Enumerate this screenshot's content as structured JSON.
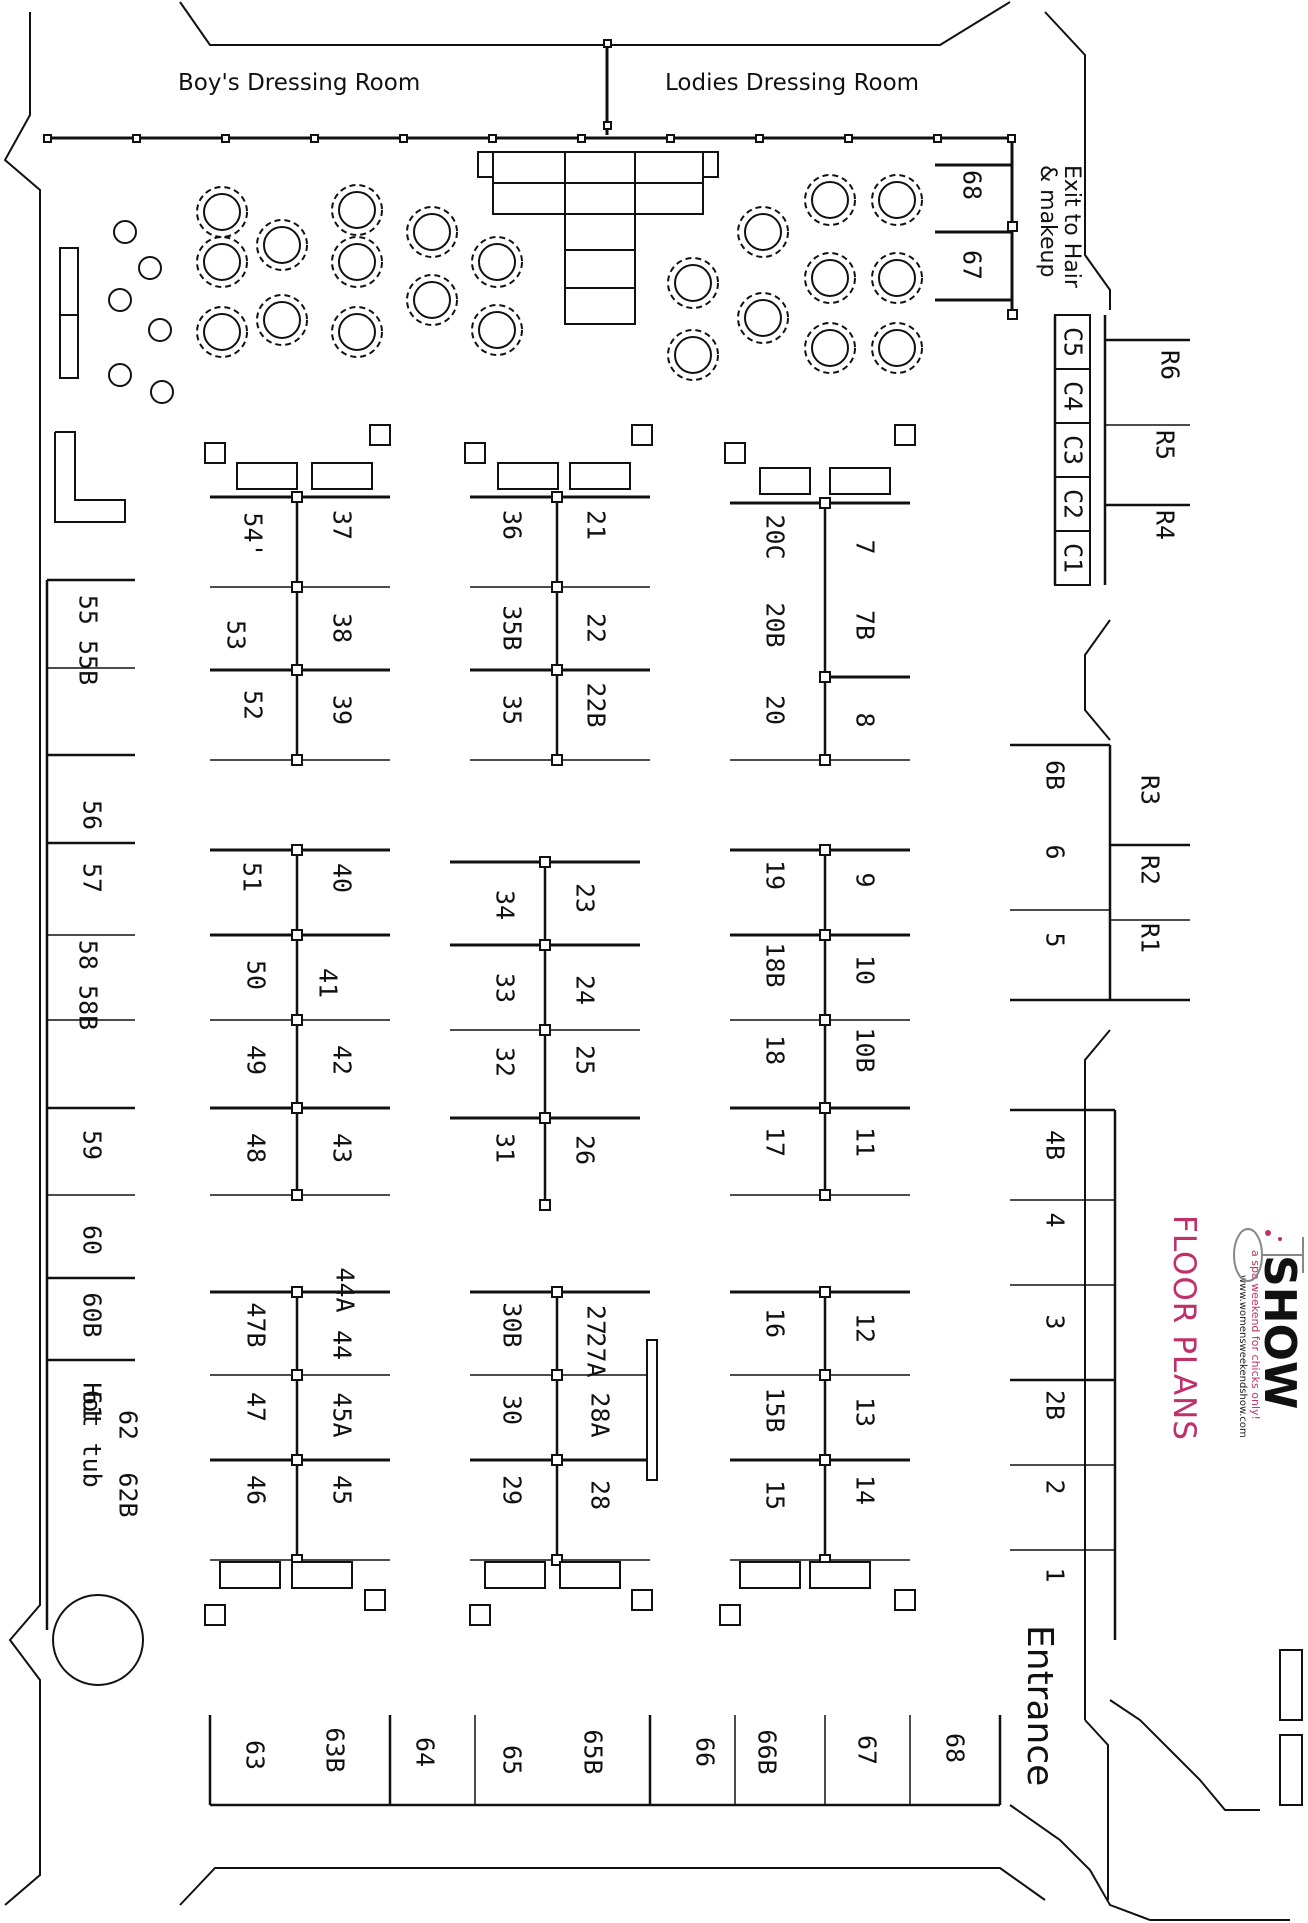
{
  "rooms": {
    "boys_dressing": "Boy's Dressing Room",
    "ladies_dressing": "Lodies Dressing Room",
    "exit_hair": "Exit to Hair\n& makeup",
    "entrance": "Entrance",
    "hot_tub": "Hot tub"
  },
  "branding": {
    "floor_plans": "FLOOR PLANS",
    "show": "SHOW",
    "tagline": "a spa weekend for chicks only!",
    "website": "www.womensweekendshow.com",
    "accent_color": "#c0306a"
  },
  "booths": {
    "right_wall": [
      "C5",
      "C4",
      "C3",
      "C2",
      "C1",
      "R6",
      "R5",
      "R4",
      "R3",
      "R2",
      "R1",
      "68",
      "67",
      "6B",
      "6",
      "5",
      "4B",
      "4",
      "3",
      "2B",
      "2",
      "1"
    ],
    "bottom_wall": [
      "63",
      "63B",
      "64",
      "65",
      "65B",
      "66",
      "66B",
      "67",
      "68"
    ],
    "left_wall": [
      "55 55B",
      "56",
      "57",
      "58 58B",
      "59",
      "60",
      "60B",
      "61",
      "62",
      "62B"
    ],
    "col1": [
      "54'",
      "53",
      "52",
      "51",
      "50",
      "49",
      "48",
      "47B",
      "47",
      "46"
    ],
    "col2": [
      "37",
      "38",
      "39",
      "40",
      "41",
      "42",
      "43",
      "44A",
      "44",
      "45A",
      "45"
    ],
    "col3": [
      "36",
      "35B",
      "35",
      "34",
      "33",
      "32",
      "31",
      "30B",
      "30",
      "29"
    ],
    "col4": [
      "21",
      "22",
      "22B",
      "23",
      "24",
      "25",
      "26",
      "27",
      "27A",
      "28A",
      "28"
    ],
    "col5": [
      "20C",
      "20B",
      "20",
      "19",
      "18B",
      "18",
      "17",
      "16",
      "15B",
      "15"
    ],
    "col6": [
      "7",
      "7B",
      "8",
      "9",
      "10",
      "10B",
      "11",
      "12",
      "13",
      "14"
    ]
  }
}
